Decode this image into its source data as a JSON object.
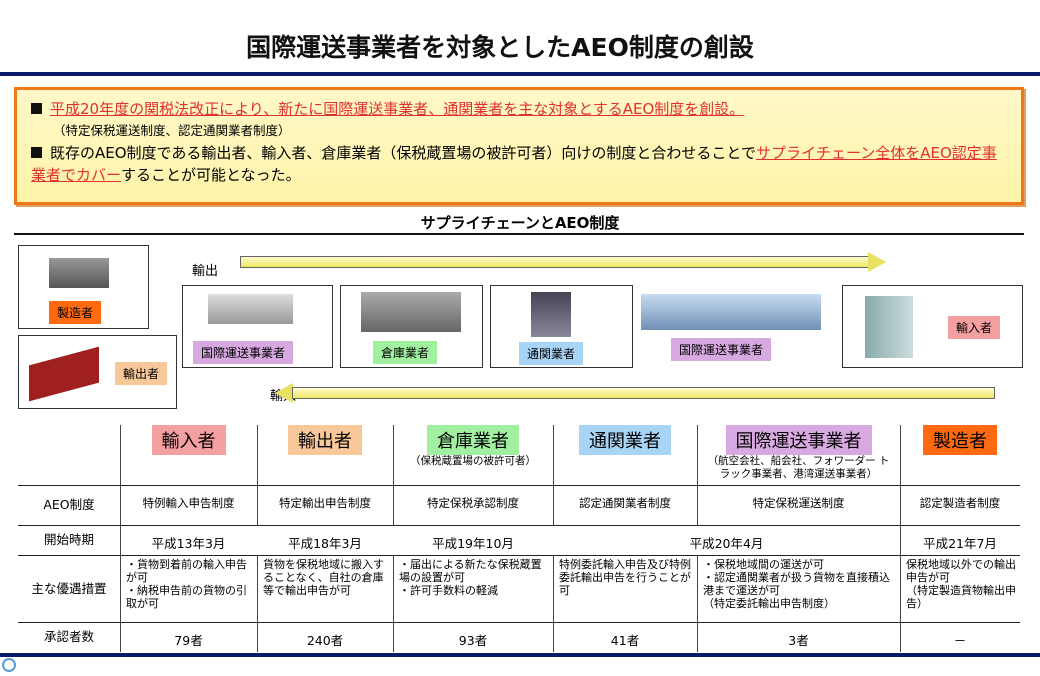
{
  "title": "国際運送事業者を対象としたAEO制度の創設",
  "summary": {
    "line1": "平成20年度の関税法改正により、新たに国際運送事業者、通関業者を主な対象とするAEO制度を創設。",
    "line1_sub": "（特定保税運送制度、認定通関業者制度）",
    "line2_a": "既存のAEO制度である輸出者、輸入者、倉庫業者（保税蔵置場の被許可者）向けの制度と合わせることで",
    "line2_red": "サプライチェーン全体をAEO認定事業者でカバー",
    "line2_b": "することが可能となった。"
  },
  "diagram": {
    "title": "サプライチェーンとAEO制度",
    "export_label": "輸出",
    "import_label": "輸入",
    "manufacturer": "製造者",
    "exporter": "輸出者",
    "carrier": "国際運送事業者",
    "warehouse": "倉庫業者",
    "broker": "通関業者",
    "carrier2": "国際運送事業者",
    "importer": "輸入者"
  },
  "table": {
    "headers": [
      {
        "label": "輸入者",
        "color": "#f5a0a0",
        "note": ""
      },
      {
        "label": "輸出者",
        "color": "#f9c89a",
        "note": ""
      },
      {
        "label": "倉庫業者",
        "color": "#a0f0a0",
        "note": "（保税蔵置場の被許可者）"
      },
      {
        "label": "通関業者",
        "color": "#a8d4f5",
        "note": ""
      },
      {
        "label": "国際運送事業者",
        "color": "#d8a8e0",
        "note": "（航空会社、船会社、フォワーダー トラック事業者、港湾運送事業者）"
      },
      {
        "label": "製造者",
        "color": "#ff6a10",
        "note": ""
      }
    ],
    "row_labels": [
      "AEO制度",
      "開始時期",
      "主な優遇措置",
      "承認者数"
    ],
    "aeo": [
      "特例輸入申告制度",
      "特定輸出申告制度",
      "特定保税承認制度",
      "認定通関業者制度",
      "特定保税運送制度",
      "認定製造者制度"
    ],
    "start": [
      "平成13年3月",
      "平成18年3月",
      "平成19年10月",
      "平成20年4月",
      "平成21年7月"
    ],
    "merits": [
      "・貨物到着前の輸入申告が可\n・納税申告前の貨物の引取が可",
      "貨物を保税地域に搬入することなく、自社の倉庫等で輸出申告が可",
      "・届出による新たな保税蔵置場の設置が可\n・許可手数料の軽減",
      "特例委託輸入申告及び特例委託輸出申告を行うことが可",
      "・保税地域間の運送が可\n・認定通関業者が扱う貨物を直接積込港まで運送が可\n（特定委託輸出申告制度）",
      "保税地域以外での輸出申告が可\n（特定製造貨物輸出申告）"
    ],
    "counts": [
      "79者",
      "240者",
      "93者",
      "41者",
      "3者",
      "－"
    ]
  }
}
